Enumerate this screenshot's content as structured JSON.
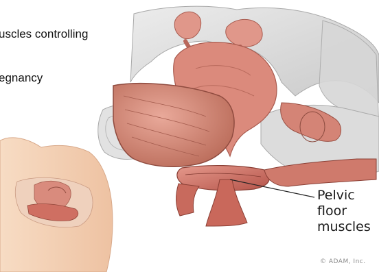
{
  "slide": {
    "text_line_1": "uscles controlling",
    "text_line_2": "egnancy"
  },
  "figure": {
    "label_line_1": "Pelvic",
    "label_line_2": "floor",
    "label_line_3": "muscles",
    "copyright": "© ADAM, Inc."
  },
  "colors": {
    "background": "#ffffff",
    "bone": "#dcdcdc",
    "muscle": "#c8645a",
    "uterus": "#d9827a",
    "skin": "#f2cdb0"
  }
}
